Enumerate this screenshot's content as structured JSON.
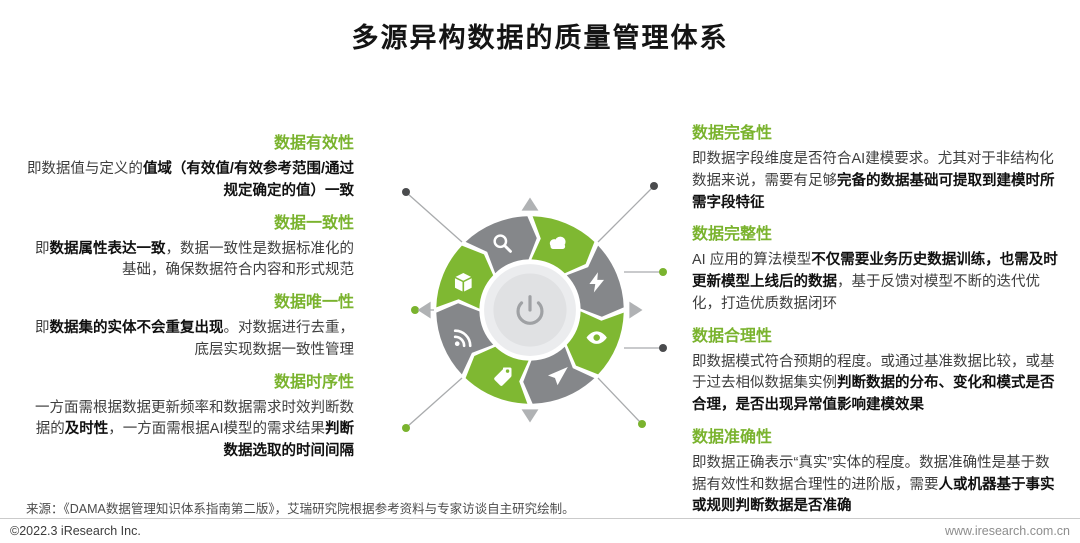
{
  "colors": {
    "accent": "#7ab32e",
    "green": "#7fb832",
    "gray": "#85878a",
    "dark_dot": "#4a4b4d",
    "hub": "#ebecee",
    "hub_inner": "#e0e1e3",
    "power_stroke": "#9fa1a4",
    "arrow": "#b0b2b4"
  },
  "title": "多源异构数据的质量管理体系",
  "left": {
    "sections": [
      {
        "heading": "数据有效性",
        "body": [
          {
            "t": "即数据值与定义的",
            "b": false
          },
          {
            "t": "值域（有效值/有效参考范围/通过规定确定的值）一致",
            "b": true
          }
        ]
      },
      {
        "heading": "数据一致性",
        "body": [
          {
            "t": "即",
            "b": false
          },
          {
            "t": "数据属性表达一致",
            "b": true
          },
          {
            "t": "，数据一致性是数据标准化的基础，确保数据符合内容和形式规范",
            "b": false
          }
        ]
      },
      {
        "heading": "数据唯一性",
        "body": [
          {
            "t": "即",
            "b": false
          },
          {
            "t": "数据集的实体不会重复出现",
            "b": true
          },
          {
            "t": "。对数据进行去重，底层实现数据一致性管理",
            "b": false
          }
        ]
      },
      {
        "heading": "数据时序性",
        "body": [
          {
            "t": "一方面需根据数据更新频率和数据需求时效判断数据的",
            "b": false
          },
          {
            "t": "及时性",
            "b": true
          },
          {
            "t": "，一方面需根据AI模型的需求结果",
            "b": false
          },
          {
            "t": "判断数据选取的时间间隔",
            "b": true
          }
        ]
      }
    ]
  },
  "right": {
    "sections": [
      {
        "heading": "数据完备性",
        "body": [
          {
            "t": "即数据字段维度是否符合AI建模要求。尤其对于非结构化数据来说，需要有足够",
            "b": false
          },
          {
            "t": "完备的数据基础可提取到建模时所需字段特征",
            "b": true
          }
        ]
      },
      {
        "heading": "数据完整性",
        "body": [
          {
            "t": "AI 应用的算法模型",
            "b": false
          },
          {
            "t": "不仅需要业务历史数据训练，也需及时更新模型上线后的数据",
            "b": true
          },
          {
            "t": "，基于反馈对模型不断的迭代优化，打造优质数据闭环",
            "b": false
          }
        ]
      },
      {
        "heading": "数据合理性",
        "body": [
          {
            "t": "即数据模式符合预期的程度。或通过基准数据比较，或基于过去相似数据集实例",
            "b": false
          },
          {
            "t": "判断数据的分布、变化和模式是否合理，是否出现异常值影响建模效果",
            "b": true
          }
        ]
      },
      {
        "heading": "数据准确性",
        "body": [
          {
            "t": "即数据正确表示“真实”实体的程度。数据准确性是基于数据有效性和数据合理性的进阶版，需要",
            "b": false
          },
          {
            "t": "人或机器基于事实或规则判断数据是否准确",
            "b": true
          }
        ]
      }
    ]
  },
  "wheel": {
    "segments": [
      {
        "icon": "cloud-icon",
        "tone": "green"
      },
      {
        "icon": "lightning-icon",
        "tone": "gray"
      },
      {
        "icon": "eye-icon",
        "tone": "green"
      },
      {
        "icon": "paper-plane-icon",
        "tone": "gray"
      },
      {
        "icon": "tag-icon",
        "tone": "green"
      },
      {
        "icon": "rss-icon",
        "tone": "gray"
      },
      {
        "icon": "cube-icon",
        "tone": "green"
      },
      {
        "icon": "search-icon",
        "tone": "gray"
      }
    ],
    "center_icon": "power-icon"
  },
  "source": "来源：《DAMA数据管理知识体系指南第二版》，艾瑞研究院根据参考资料与专家访谈自主研究绘制。",
  "footer": {
    "left": "©2022.3 iResearch Inc.",
    "right": "www.iresearch.com.cn"
  }
}
